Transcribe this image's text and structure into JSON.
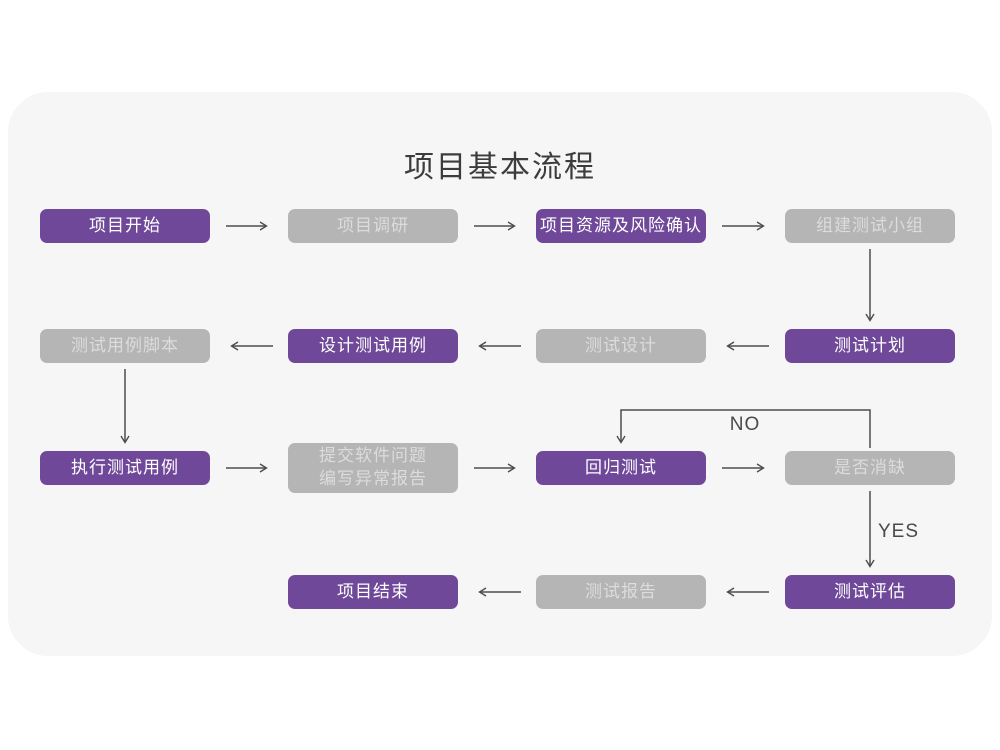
{
  "title": "项目基本流程",
  "colors": {
    "node_purple": "#6f4899",
    "node_gray": "#b5b5b5",
    "node_text_on_purple": "#ffffff",
    "node_text_on_gray": "#dcdcdc",
    "arrow": "#4d4d4d",
    "card_background": "#f6f6f7",
    "page_background": "#ffffff",
    "title_text": "#3c3c3c"
  },
  "edge_labels": {
    "no": "NO",
    "yes": "YES"
  },
  "nodes": [
    {
      "id": "project-start",
      "label": "项目开始",
      "variant": "purple"
    },
    {
      "id": "project-research",
      "label": "项目调研",
      "variant": "gray"
    },
    {
      "id": "resources-risk",
      "label": "项目资源及风险确认",
      "variant": "purple"
    },
    {
      "id": "build-test-team",
      "label": "组建测试小组",
      "variant": "gray"
    },
    {
      "id": "test-plan",
      "label": "测试计划",
      "variant": "purple"
    },
    {
      "id": "test-design",
      "label": "测试设计",
      "variant": "gray"
    },
    {
      "id": "design-test-cases",
      "label": "设计测试用例",
      "variant": "purple"
    },
    {
      "id": "test-case-script",
      "label": "测试用例脚本",
      "variant": "gray"
    },
    {
      "id": "execute-test-cases",
      "label": "执行测试用例",
      "variant": "purple"
    },
    {
      "id": "submit-issue-report",
      "label": "提交软件问题\n编写异常报告",
      "variant": "gray"
    },
    {
      "id": "regression-test",
      "label": "回归测试",
      "variant": "purple"
    },
    {
      "id": "defect-cleared",
      "label": "是否消缺",
      "variant": "gray"
    },
    {
      "id": "test-evaluation",
      "label": "测试评估",
      "variant": "purple"
    },
    {
      "id": "test-report",
      "label": "测试报告",
      "variant": "gray"
    },
    {
      "id": "project-end",
      "label": "项目结束",
      "variant": "purple"
    }
  ],
  "edges": [
    {
      "from": "project-start",
      "to": "project-research"
    },
    {
      "from": "project-research",
      "to": "resources-risk"
    },
    {
      "from": "resources-risk",
      "to": "build-test-team"
    },
    {
      "from": "build-test-team",
      "to": "test-plan"
    },
    {
      "from": "test-plan",
      "to": "test-design"
    },
    {
      "from": "test-design",
      "to": "design-test-cases"
    },
    {
      "from": "design-test-cases",
      "to": "test-case-script"
    },
    {
      "from": "test-case-script",
      "to": "execute-test-cases"
    },
    {
      "from": "execute-test-cases",
      "to": "submit-issue-report"
    },
    {
      "from": "submit-issue-report",
      "to": "regression-test"
    },
    {
      "from": "regression-test",
      "to": "defect-cleared"
    },
    {
      "from": "defect-cleared",
      "to": "regression-test",
      "label": "NO"
    },
    {
      "from": "defect-cleared",
      "to": "test-evaluation",
      "label": "YES"
    },
    {
      "from": "test-evaluation",
      "to": "test-report"
    },
    {
      "from": "test-report",
      "to": "project-end"
    }
  ]
}
